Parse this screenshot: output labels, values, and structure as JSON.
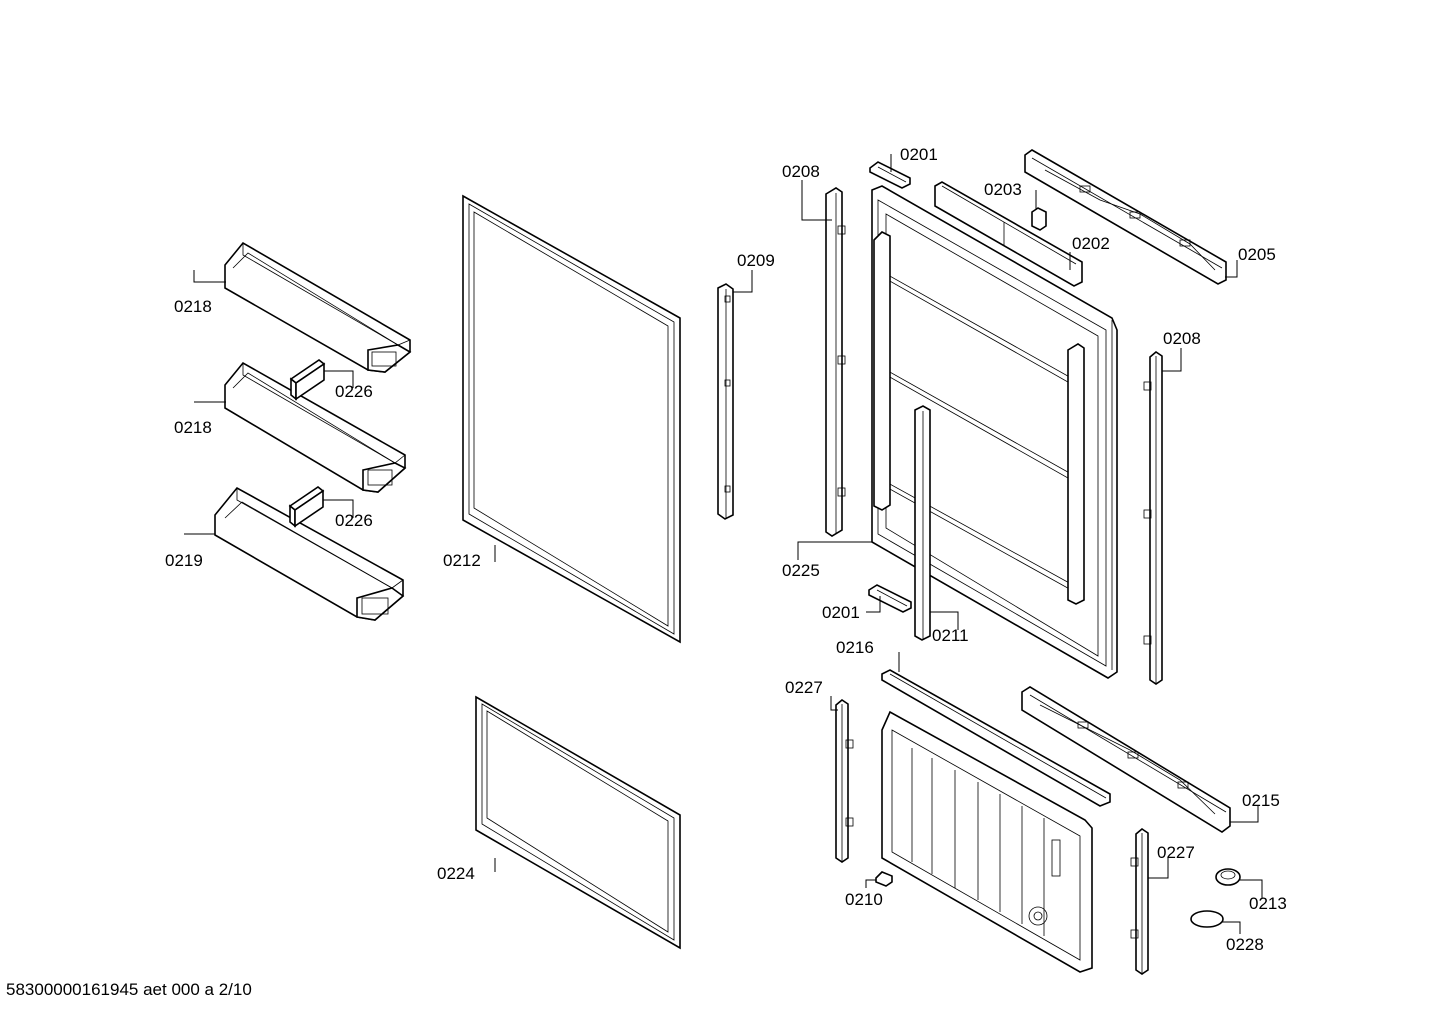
{
  "labels": {
    "l0201a": "0201",
    "l0208a": "0208",
    "l0203": "0203",
    "l0202": "0202",
    "l0205": "0205",
    "l0209": "0209",
    "l0218a": "0218",
    "l0226a": "0226",
    "l0218b": "0218",
    "l0208b": "0208",
    "l0226b": "0226",
    "l0219": "0219",
    "l0212": "0212",
    "l0225": "0225",
    "l0201b": "0201",
    "l0211": "0211",
    "l0216": "0216",
    "l0227a": "0227",
    "l0215": "0215",
    "l0227b": "0227",
    "l0224": "0224",
    "l0213": "0213",
    "l0210": "0210",
    "l0228": "0228"
  },
  "footer": "58300000161945 aet 000 a 2/10"
}
